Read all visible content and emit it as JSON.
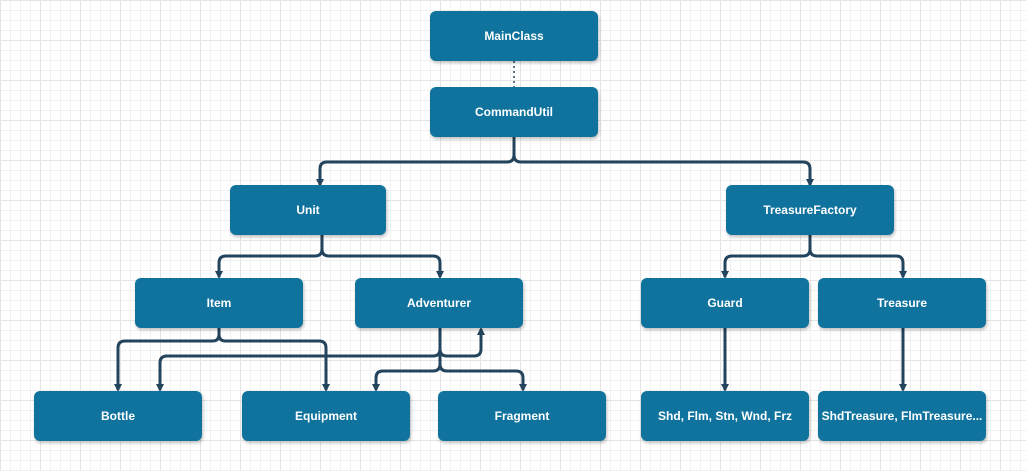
{
  "nodes": [
    {
      "id": "mainclass",
      "label": "MainClass"
    },
    {
      "id": "commandutil",
      "label": "CommandUtil"
    },
    {
      "id": "unit",
      "label": "Unit"
    },
    {
      "id": "treasurefactory",
      "label": "TreasureFactory"
    },
    {
      "id": "item",
      "label": "Item"
    },
    {
      "id": "adventurer",
      "label": "Adventurer"
    },
    {
      "id": "guard",
      "label": "Guard"
    },
    {
      "id": "treasure",
      "label": "Treasure"
    },
    {
      "id": "bottle",
      "label": "Bottle"
    },
    {
      "id": "equipment",
      "label": "Equipment"
    },
    {
      "id": "fragment",
      "label": "Fragment"
    },
    {
      "id": "guard-types",
      "label": "Shd, Flm, Stn, Wnd, Frz"
    },
    {
      "id": "treasure-types",
      "label": "ShdTreasure, FlmTreasure..."
    }
  ],
  "edges": [
    {
      "from": "mainclass",
      "to": "commandutil",
      "style": "dotted"
    },
    {
      "from": "commandutil",
      "to": "unit",
      "style": "arrow"
    },
    {
      "from": "commandutil",
      "to": "treasurefactory",
      "style": "arrow"
    },
    {
      "from": "unit",
      "to": "item",
      "style": "arrow"
    },
    {
      "from": "unit",
      "to": "adventurer",
      "style": "arrow"
    },
    {
      "from": "item",
      "to": "bottle",
      "style": "arrow"
    },
    {
      "from": "item",
      "to": "equipment",
      "style": "arrow"
    },
    {
      "from": "adventurer",
      "to": "bottle",
      "style": "arrow"
    },
    {
      "from": "adventurer",
      "to": "equipment",
      "style": "arrow"
    },
    {
      "from": "adventurer",
      "to": "fragment",
      "style": "arrow"
    },
    {
      "from": "adventurer",
      "to": "adventurer",
      "style": "arrow"
    },
    {
      "from": "treasurefactory",
      "to": "guard",
      "style": "arrow"
    },
    {
      "from": "treasurefactory",
      "to": "treasure",
      "style": "arrow"
    },
    {
      "from": "guard",
      "to": "guard-types",
      "style": "arrow"
    },
    {
      "from": "treasure",
      "to": "treasure-types",
      "style": "arrow"
    }
  ],
  "colors": {
    "node_fill": "#10739e",
    "node_text": "#ffffff",
    "edge": "#23445d"
  }
}
